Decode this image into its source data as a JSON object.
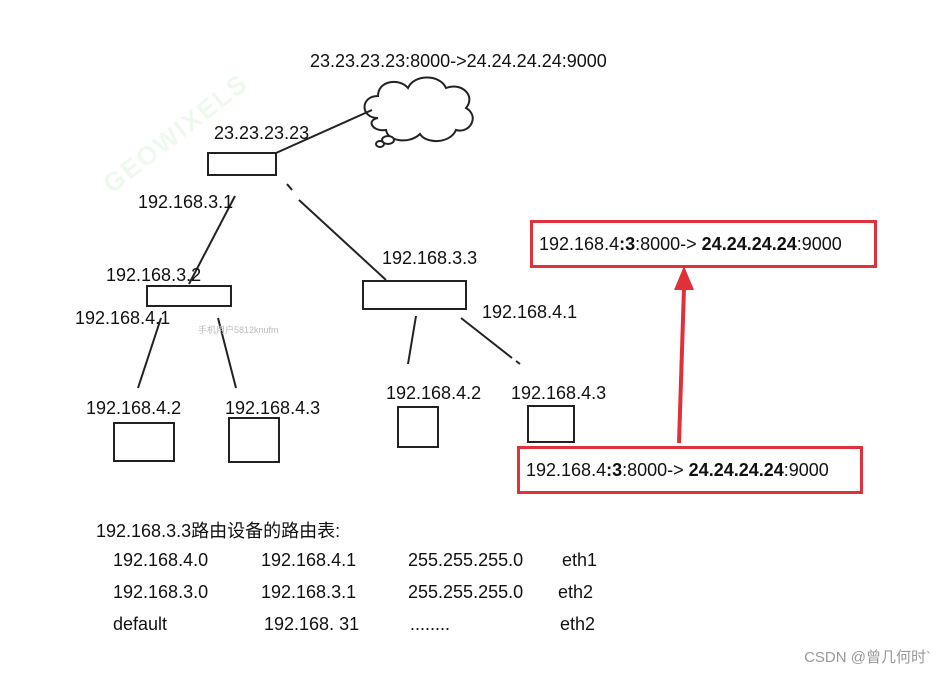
{
  "header_flow": "23.23.23.23:8000->24.24.24.24:9000",
  "top_router": {
    "ip": "23.23.23.23",
    "down_ip": "192.168.3.1"
  },
  "left_router": {
    "up_ip": "192.168.3.2",
    "down_ip": "192.168.4.1"
  },
  "right_router": {
    "up_ip": "192.168.3.3",
    "down_ip": "192.168.4.1"
  },
  "hosts": {
    "left_a": "192.168.4.2",
    "left_b": "192.168.4.3",
    "right_a": "192.168.4.2",
    "right_b": "192.168.4.3"
  },
  "packet_upper": {
    "src_prefix": "192.168.4",
    "src_bold": ":3",
    "src_port": ":8000->",
    "dst_bold": "24.24.24.24",
    "dst_port": ":9000"
  },
  "packet_lower": {
    "src_prefix": "192.168.4",
    "src_bold": ":3",
    "src_port": ":8000->",
    "dst_bold": "24.24.24.24",
    "dst_port": ":9000"
  },
  "watermark_small": "手机用户5812knufm",
  "watermark_diag": "GEOWIXELS",
  "route_table": {
    "title": "192.168.3.3路由设备的路由表:",
    "rows": [
      [
        "192.168.4.0",
        "192.168.4.1",
        "255.255.255.0",
        "eth1"
      ],
      [
        "192.168.3.0",
        "192.168.3.1",
        "255.255.255.0",
        "eth2"
      ],
      [
        "default",
        "192.168. 31",
        "........",
        "eth2"
      ]
    ]
  },
  "footer": "CSDN @曾几何时`",
  "colors": {
    "red": "#e0303a",
    "line": "#222222"
  }
}
